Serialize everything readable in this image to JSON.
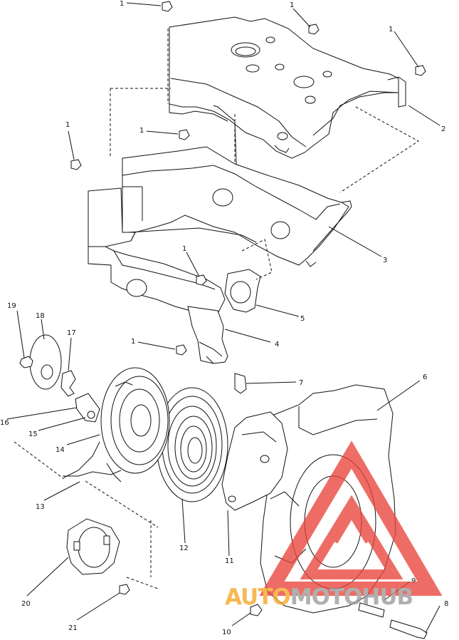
{
  "diagram": {
    "callouts": [
      {
        "id": "c1a",
        "text": "1"
      },
      {
        "id": "c1b",
        "text": "1"
      },
      {
        "id": "c1c",
        "text": "1"
      },
      {
        "id": "c1d",
        "text": "1"
      },
      {
        "id": "c1e",
        "text": "1"
      },
      {
        "id": "c1f",
        "text": "1"
      },
      {
        "id": "c1g",
        "text": "1"
      },
      {
        "id": "c2",
        "text": "2"
      },
      {
        "id": "c3",
        "text": "3"
      },
      {
        "id": "c4",
        "text": "4"
      },
      {
        "id": "c5",
        "text": "5"
      },
      {
        "id": "c6",
        "text": "6"
      },
      {
        "id": "c7",
        "text": "7"
      },
      {
        "id": "c8",
        "text": "8"
      },
      {
        "id": "c9",
        "text": "9"
      },
      {
        "id": "c10",
        "text": "10"
      },
      {
        "id": "c11",
        "text": "11"
      },
      {
        "id": "c12",
        "text": "12"
      },
      {
        "id": "c13",
        "text": "13"
      },
      {
        "id": "c14",
        "text": "14"
      },
      {
        "id": "c15",
        "text": "15"
      },
      {
        "id": "c16",
        "text": "16"
      },
      {
        "id": "c17",
        "text": "17"
      },
      {
        "id": "c18",
        "text": "18"
      },
      {
        "id": "c19",
        "text": "19"
      },
      {
        "id": "c20",
        "text": "20"
      },
      {
        "id": "c21",
        "text": "21"
      }
    ]
  },
  "watermark": {
    "part1": "AUTO",
    "part2": "MOTO",
    "part3": "HUB",
    "colors": {
      "orange": "#f5a623",
      "gray": "#9b9b9b",
      "red": "#e8453c"
    }
  }
}
